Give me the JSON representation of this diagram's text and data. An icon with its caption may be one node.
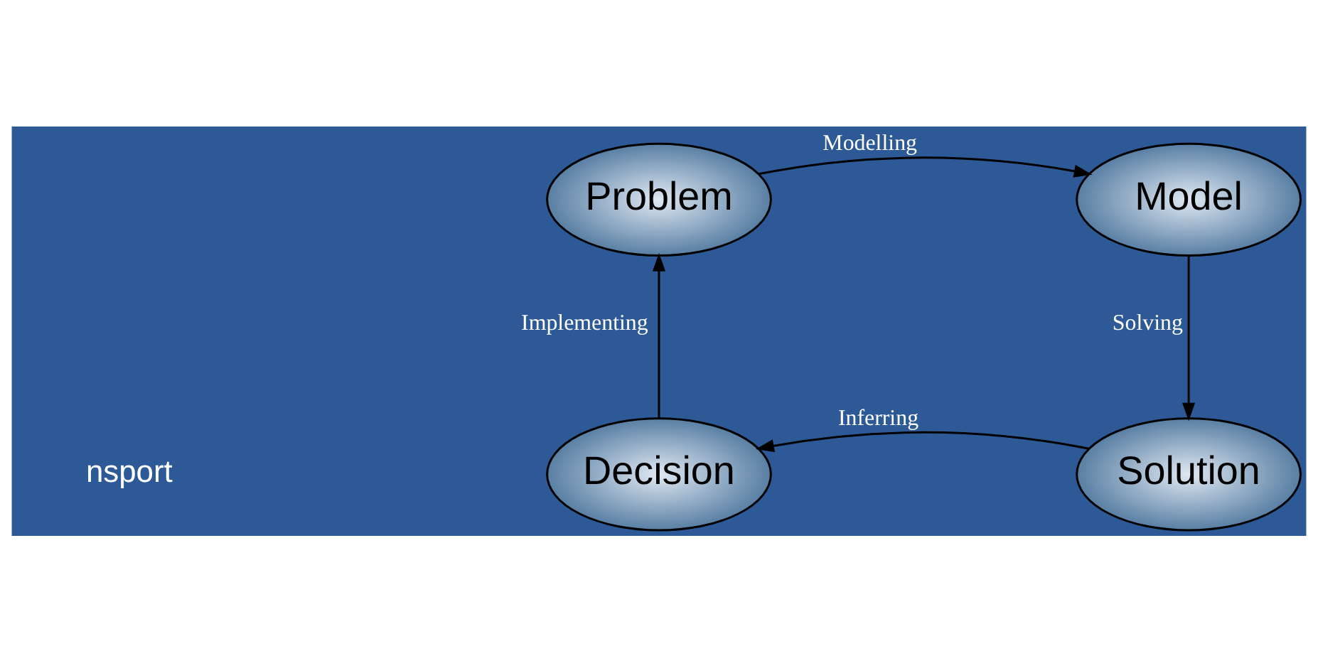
{
  "diagram": {
    "nodes": [
      {
        "text": [
          "Problem"
        ]
      },
      {
        "text": [
          "Model"
        ]
      },
      {
        "text": [
          "Solution"
        ]
      },
      {
        "text": [
          "Decision"
        ]
      }
    ],
    "edges": [
      {
        "from": 0,
        "to": 1,
        "arrow": "to",
        "label": "Modelling"
      },
      {
        "from": 1,
        "to": 2,
        "arrow": "to",
        "label": "Solving"
      },
      {
        "from": 2,
        "to": 3,
        "arrow": "to",
        "label": "Inferring"
      },
      {
        "from": 3,
        "to": 0,
        "arrow": "to",
        "label": "Implementing"
      }
    ],
    "labels": [
      "nsport"
    ]
  }
}
